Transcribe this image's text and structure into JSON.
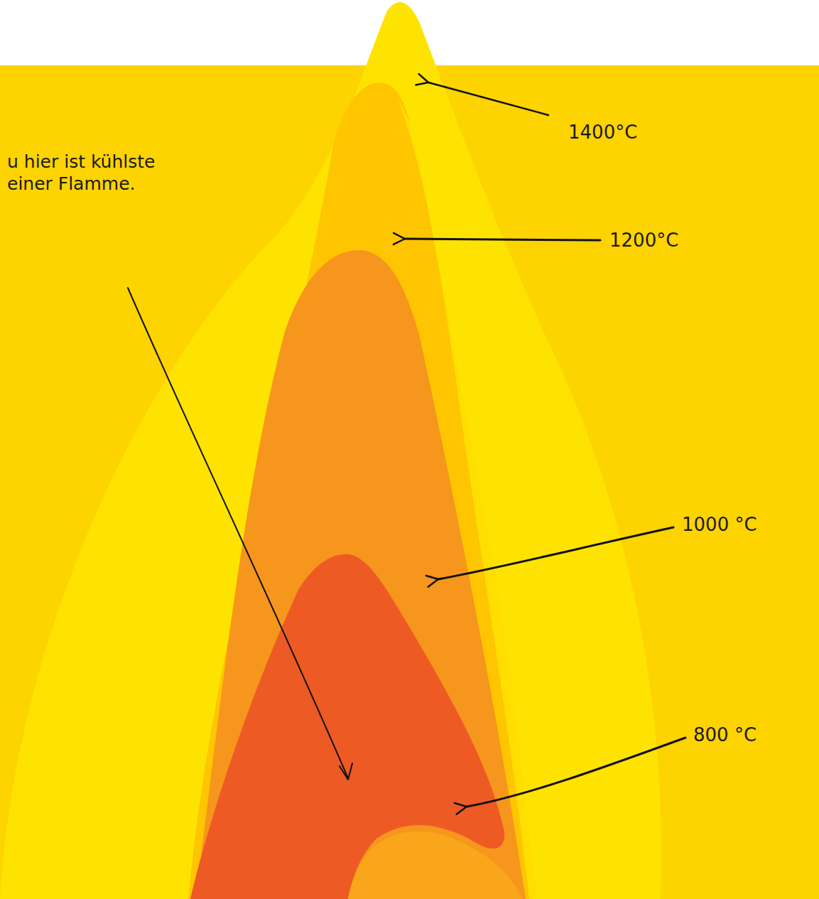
{
  "diagram": {
    "labels": [
      "u hier ist kühlste einer Flamme.",
      "1400°C",
      "1200°C",
      "1000 °C",
      "800 °C"
    ]
  }
}
